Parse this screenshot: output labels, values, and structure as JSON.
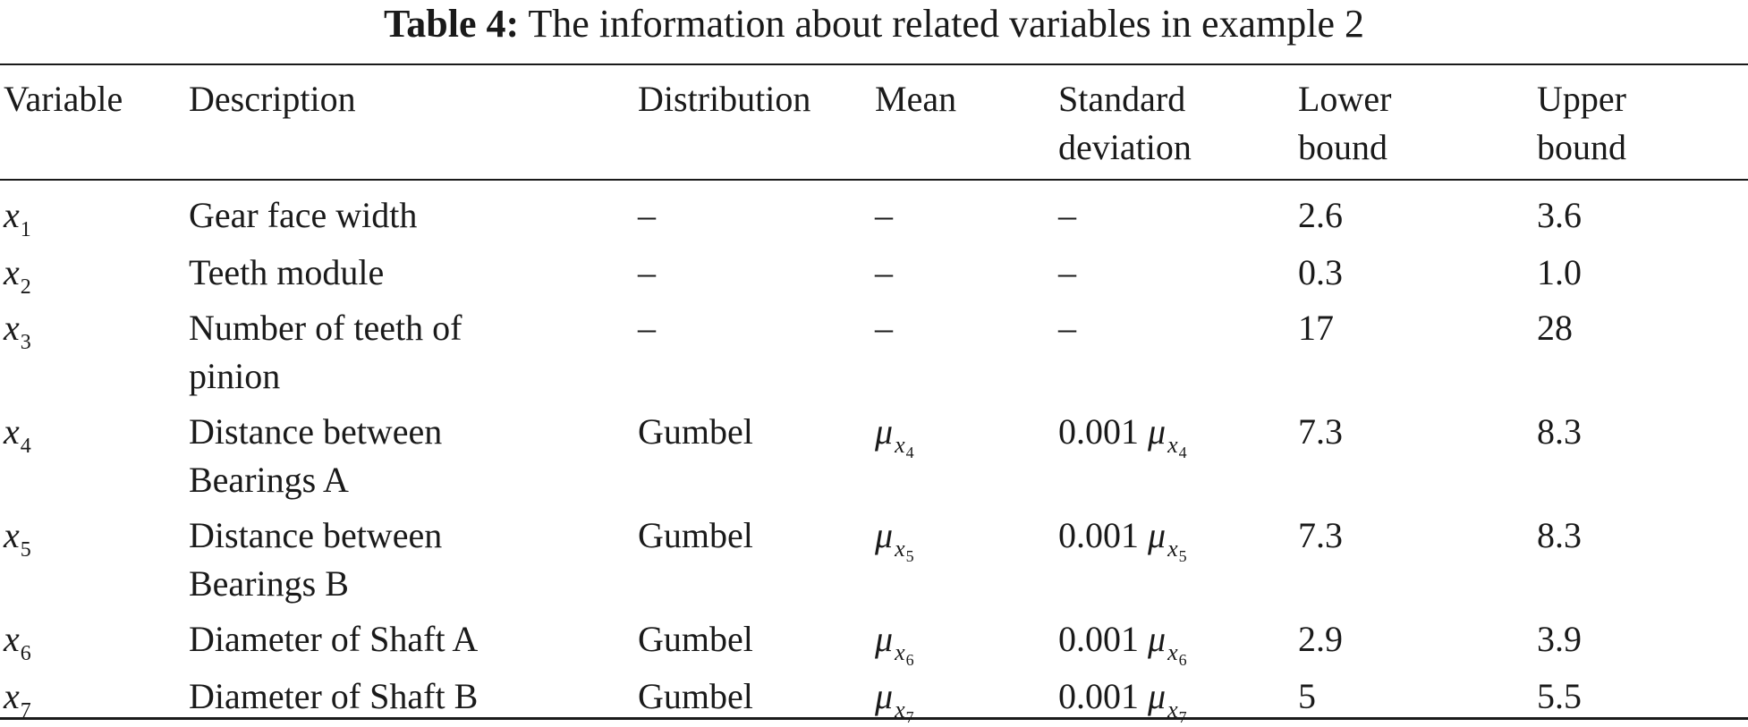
{
  "caption": {
    "label": "Table 4:",
    "text": " The information about related variables in example 2"
  },
  "table": {
    "headers": {
      "variable": "Variable",
      "description": "Description",
      "distribution": "Distribution",
      "mean": "Mean",
      "std_line1": "Standard",
      "std_line2": "deviation",
      "lower_line1": "Lower",
      "lower_line2": "bound",
      "upper_line1": "Upper",
      "upper_line2": "bound"
    },
    "rows": [
      {
        "var": "x",
        "sub": "1",
        "desc1": "Gear face width",
        "desc2": "",
        "dist": "–",
        "mean_mu": "",
        "mean_var": "",
        "mean_sub": "",
        "mean_dash": "–",
        "std_coef": "",
        "std_mu": "",
        "std_var": "",
        "std_sub": "",
        "std_dash": "–",
        "lower": "2.6",
        "upper": "3.6"
      },
      {
        "var": "x",
        "sub": "2",
        "desc1": "Teeth module",
        "desc2": "",
        "dist": "–",
        "mean_mu": "",
        "mean_var": "",
        "mean_sub": "",
        "mean_dash": "–",
        "std_coef": "",
        "std_mu": "",
        "std_var": "",
        "std_sub": "",
        "std_dash": "–",
        "lower": "0.3",
        "upper": "1.0"
      },
      {
        "var": "x",
        "sub": "3",
        "desc1": "Number of teeth of",
        "desc2": "pinion",
        "dist": "–",
        "mean_mu": "",
        "mean_var": "",
        "mean_sub": "",
        "mean_dash": "–",
        "std_coef": "",
        "std_mu": "",
        "std_var": "",
        "std_sub": "",
        "std_dash": "–",
        "lower": "17",
        "upper": "28"
      },
      {
        "var": "x",
        "sub": "4",
        "desc1": "Distance between",
        "desc2": "Bearings A",
        "dist": "Gumbel",
        "mean_mu": "μ",
        "mean_var": "x",
        "mean_sub": "4",
        "mean_dash": "",
        "std_coef": "0.001 ",
        "std_mu": "μ",
        "std_var": "x",
        "std_sub": "4",
        "std_dash": "",
        "lower": "7.3",
        "upper": "8.3"
      },
      {
        "var": "x",
        "sub": "5",
        "desc1": "Distance between",
        "desc2": "Bearings B",
        "dist": "Gumbel",
        "mean_mu": "μ",
        "mean_var": "x",
        "mean_sub": "5",
        "mean_dash": "",
        "std_coef": "0.001 ",
        "std_mu": "μ",
        "std_var": "x",
        "std_sub": "5",
        "std_dash": "",
        "lower": "7.3",
        "upper": "8.3"
      },
      {
        "var": "x",
        "sub": "6",
        "desc1": "Diameter of Shaft A",
        "desc2": "",
        "dist": "Gumbel",
        "mean_mu": "μ",
        "mean_var": "x",
        "mean_sub": "6",
        "mean_dash": "",
        "std_coef": "0.001 ",
        "std_mu": "μ",
        "std_var": "x",
        "std_sub": "6",
        "std_dash": "",
        "lower": "2.9",
        "upper": "3.9"
      },
      {
        "var": "x",
        "sub": "7",
        "desc1": "Diameter of Shaft B",
        "desc2": "",
        "dist": "Gumbel",
        "mean_mu": "μ",
        "mean_var": "x",
        "mean_sub": "7",
        "mean_dash": "",
        "std_coef": "0.001 ",
        "std_mu": "μ",
        "std_var": "x",
        "std_sub": "7",
        "std_dash": "",
        "lower": "5",
        "upper": "5.5"
      }
    ]
  }
}
